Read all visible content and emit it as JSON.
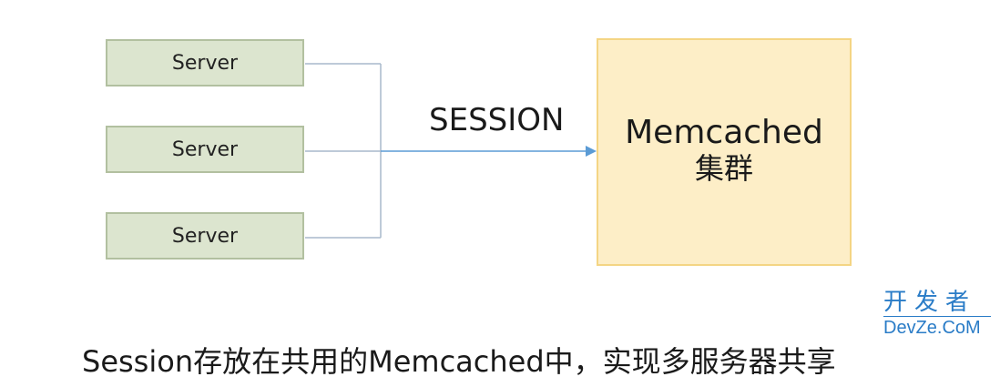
{
  "diagram": {
    "servers": [
      {
        "label": "Server"
      },
      {
        "label": "Server"
      },
      {
        "label": "Server"
      }
    ],
    "arrow_label": "SESSION",
    "memcached": {
      "title": "Memcached",
      "subtitle": "集群"
    },
    "colors": {
      "server_fill": "#dce5cf",
      "server_border": "#b2c0a0",
      "memcached_fill": "#fdeec7",
      "memcached_border": "#f4d584",
      "connector": "#a9b9cc",
      "arrow": "#5b9bd5"
    }
  },
  "caption": "Session存放在共用的Memcached中，实现多服务器共享",
  "watermark": {
    "cn": "开发者",
    "en": "DevZe.CoM",
    "color": "#2a7cc7"
  }
}
